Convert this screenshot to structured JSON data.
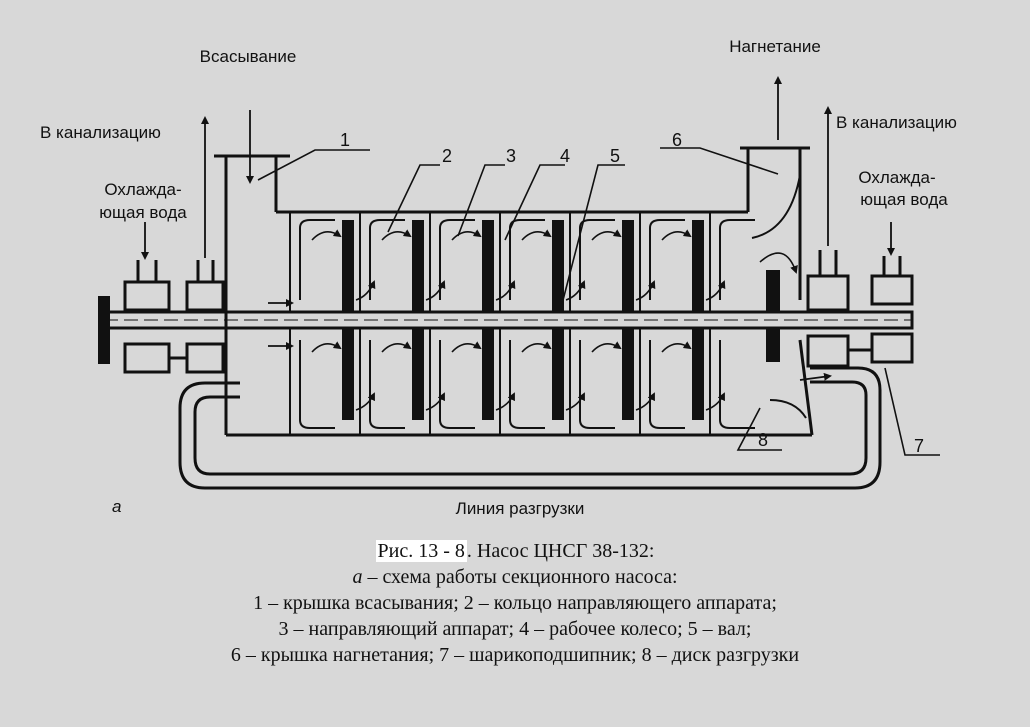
{
  "labels": {
    "suction": "Всасывание",
    "discharge": "Нагнетание",
    "sewer_left": "В канализацию",
    "sewer_right": "В канализацию",
    "cooling_left_1": "Охлажда-",
    "cooling_left_2": "ющая вода",
    "cooling_right_1": "Охлажда-",
    "cooling_right_2": "ющая вода",
    "unload_line": "Линия разгрузки",
    "view_letter": "а"
  },
  "numbers": [
    "1",
    "2",
    "3",
    "4",
    "5",
    "6",
    "7",
    "8"
  ],
  "caption": {
    "fig_no": "Рис. 13 - 8",
    "title": ". Насос ЦНСГ 38-132:",
    "sub_letter": "а",
    "sub": " – схема работы секционного насоса:",
    "line1": "1 – крышка всасывания; 2 – кольцо направляющего аппарата;",
    "line2": "3 – направляющий аппарат; 4 – рабочее колесо; 5 – вал;",
    "line3": "6 – крышка нагнетания; 7 – шарикоподшипник; 8 – диск разгрузки"
  }
}
